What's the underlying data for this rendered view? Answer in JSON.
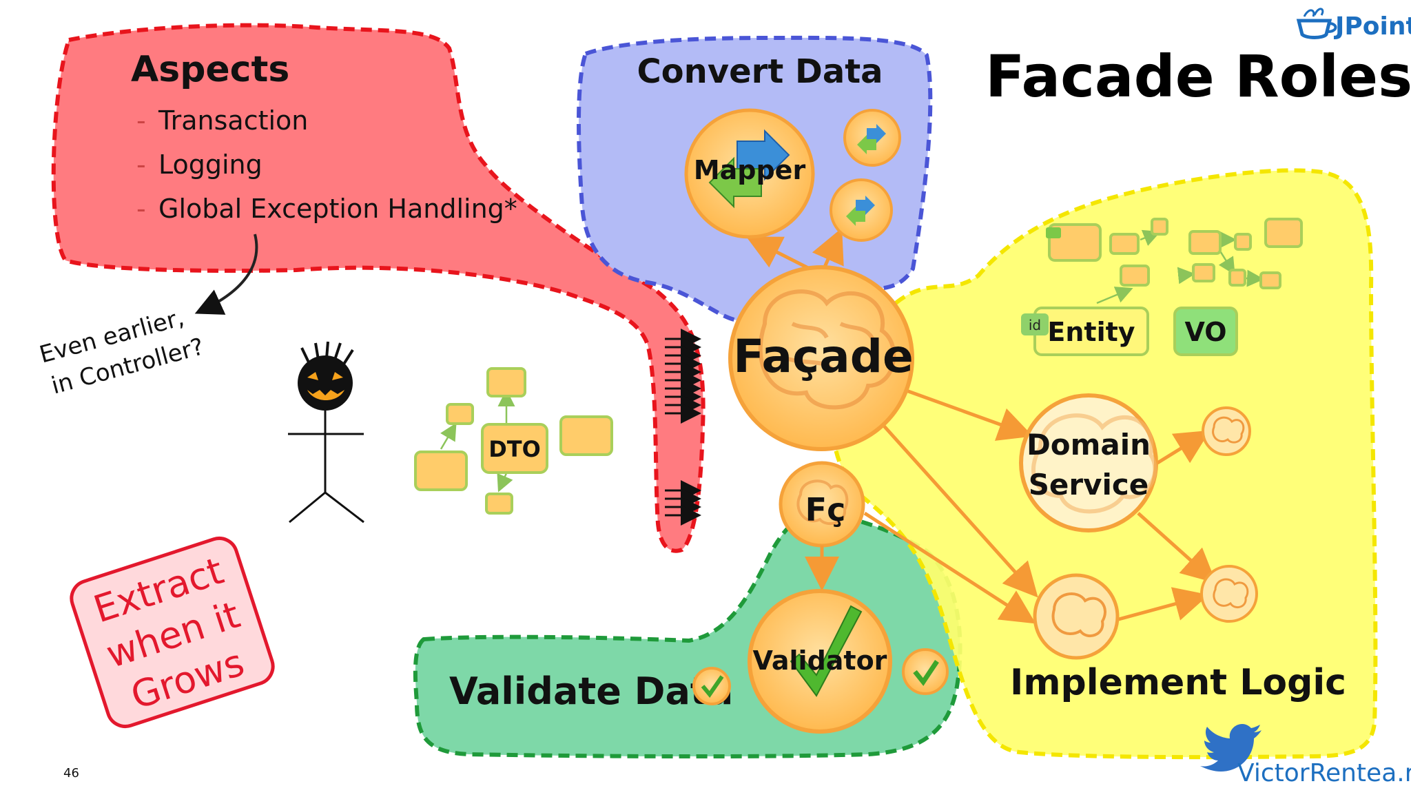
{
  "title": "Facade Roles",
  "logo": {
    "text": "JPoint",
    "icon": "coffee-cup-icon"
  },
  "footer": {
    "slide_number": "46",
    "author": "VictorRentea.ro",
    "author_icon": "twitter-bird-icon"
  },
  "aspects": {
    "heading": "Aspects",
    "bullet": "-",
    "items": [
      "Transaction",
      "Logging",
      "Global Exception Handling*"
    ],
    "note_line1": "Even earlier,",
    "note_line2": "in Controller?"
  },
  "convert": {
    "heading": "Convert Data",
    "mapper": "Mapper"
  },
  "facade": {
    "big": "Façade",
    "small": "Fç"
  },
  "validate": {
    "heading": "Validate Data",
    "validator": "Validator"
  },
  "logic": {
    "heading": "Implement Logic",
    "domain_line1": "Domain",
    "domain_line2": "Service",
    "entity": "Entity",
    "entity_tag": "id",
    "vo": "VO"
  },
  "dto": {
    "label": "DTO"
  },
  "stamp": {
    "line1": "Extract",
    "line2": "when it",
    "line3": "Grows"
  },
  "colors": {
    "aspects_region": "#ff7b80",
    "aspects_border": "#e8141c",
    "convert_region": "#b3bbf6",
    "convert_border": "#4a55d6",
    "validate_region": "#7ed8a8",
    "validate_border": "#1f9a3a",
    "logic_region": "#ffff6e",
    "logic_border": "#f4e600",
    "bubble_fill": "#ffc65a",
    "bubble_stroke": "#f5a23a",
    "box_fill": "#ffcc6a",
    "box_stroke": "#a9cf5a",
    "logo_blue": "#1d6fc0",
    "stamp_red": "#e3182d"
  }
}
